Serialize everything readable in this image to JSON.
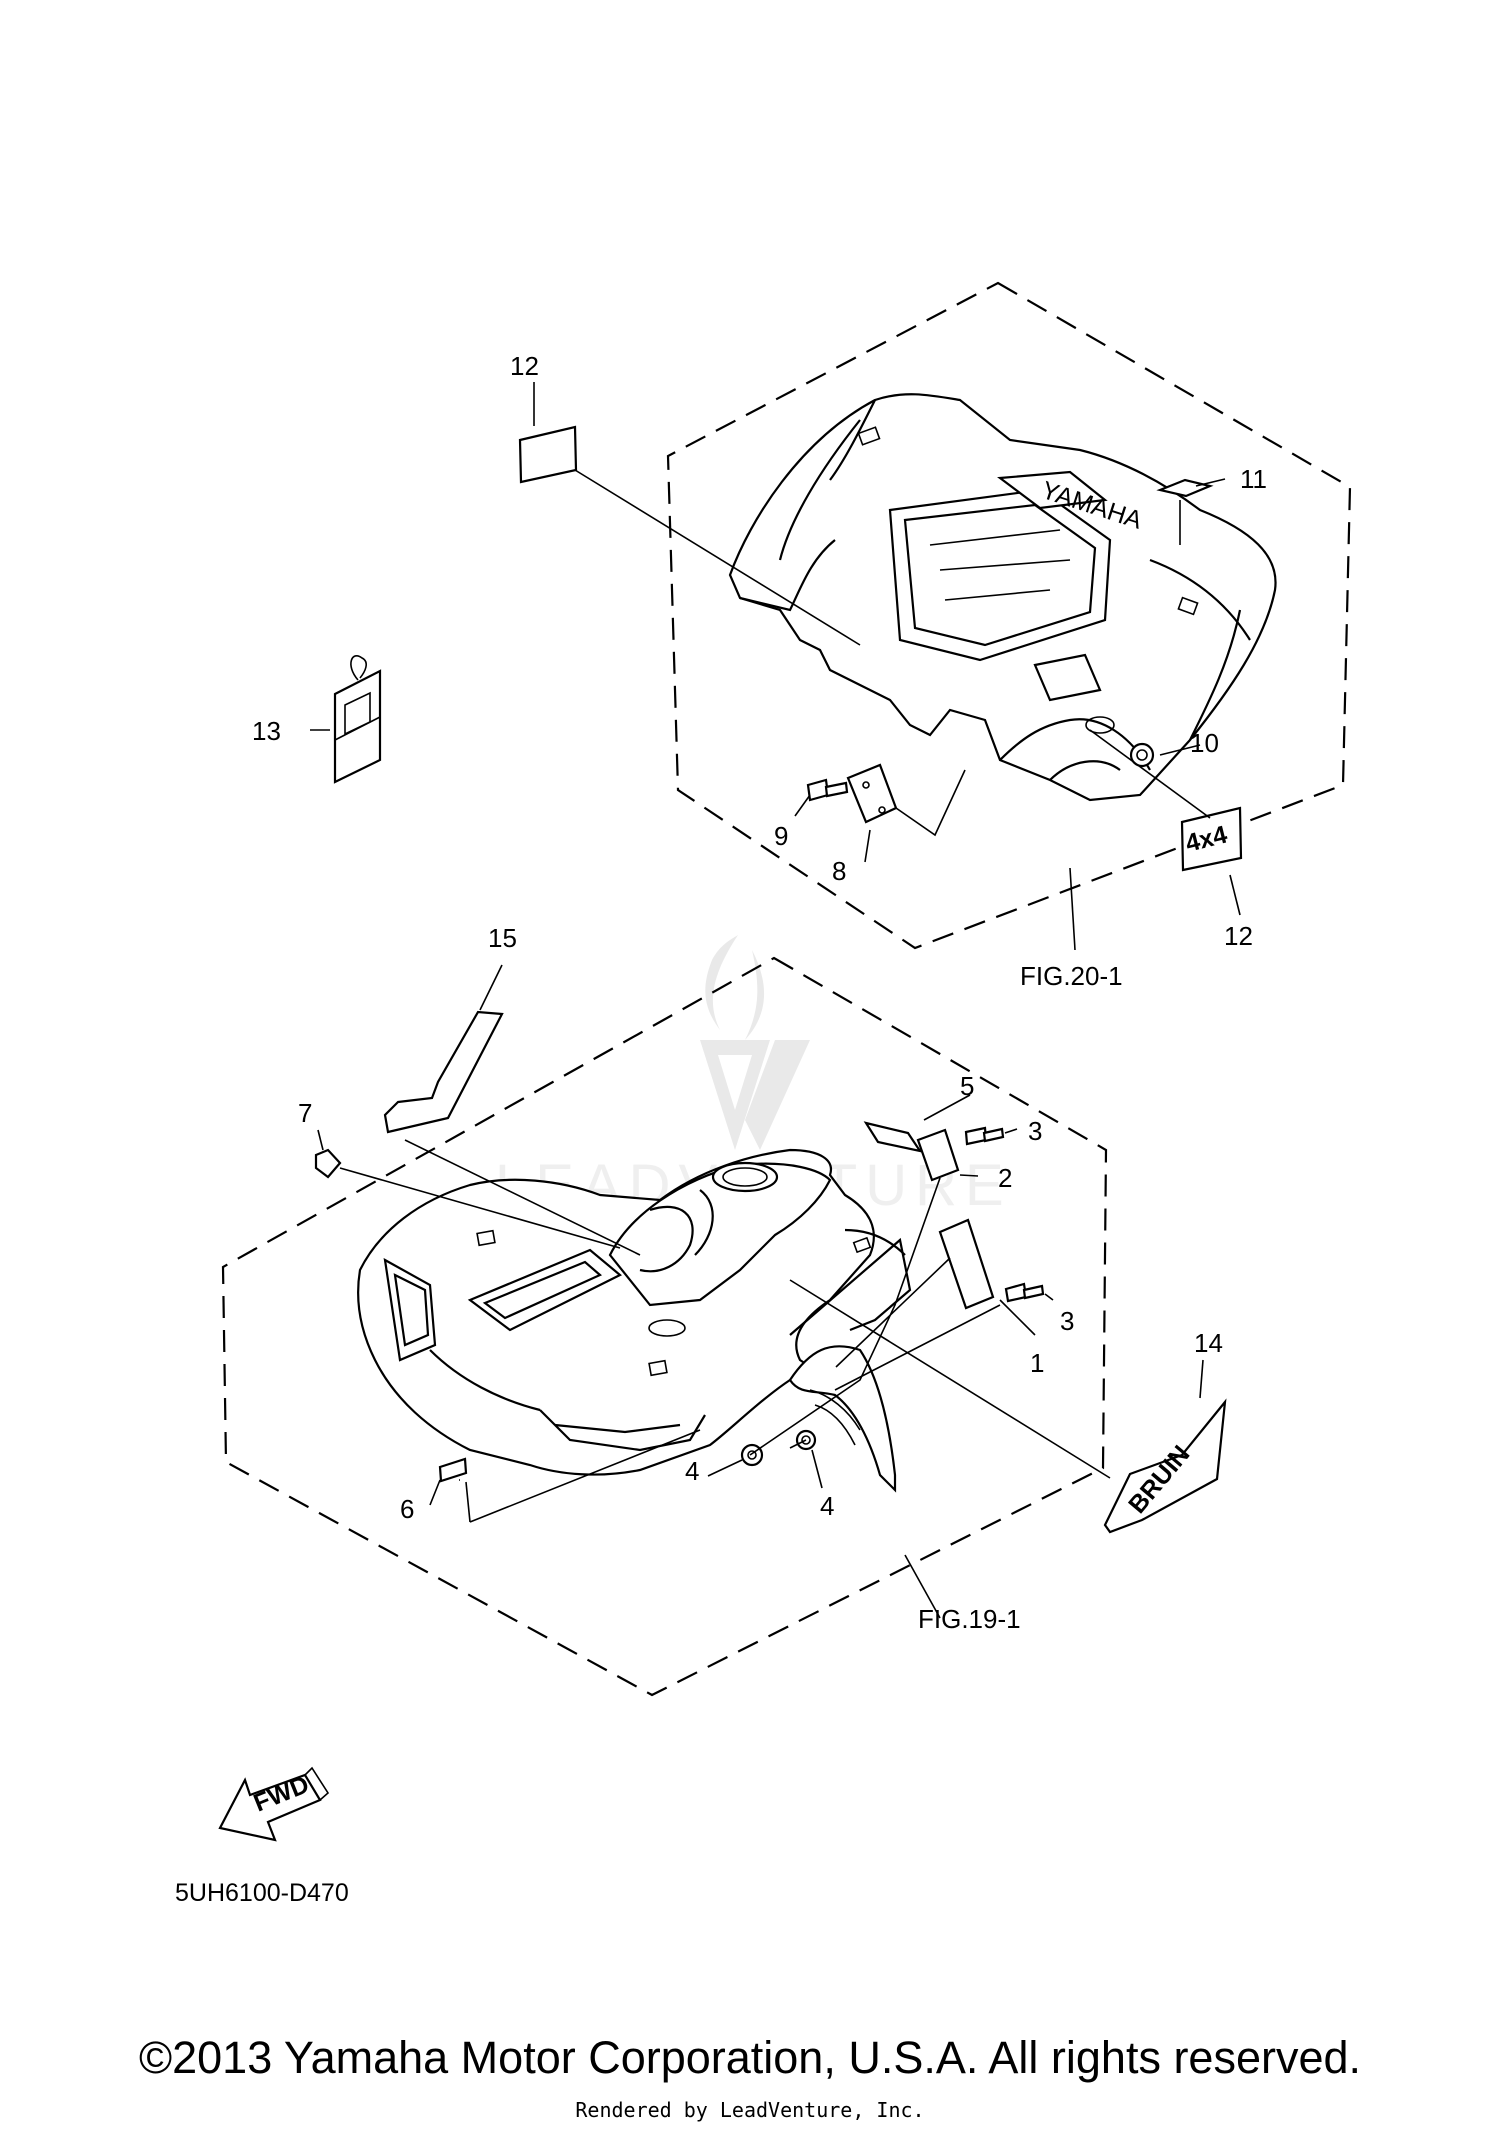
{
  "callouts": {
    "c1": "1",
    "c2": "2",
    "c3a": "3",
    "c3b": "3",
    "c4a": "4",
    "c4b": "4",
    "c5": "5",
    "c6": "6",
    "c7": "7",
    "c8": "8",
    "c9": "9",
    "c10": "10",
    "c11": "11",
    "c12a": "12",
    "c12b": "12",
    "c13": "13",
    "c14": "14",
    "c15": "15"
  },
  "figure_refs": {
    "rear": "FIG.20-1",
    "front": "FIG.19-1"
  },
  "labels": {
    "fwd": "FWD",
    "decal_4x4": "4x4",
    "decal_bruin": "BRUIN",
    "rear_fender_brand": "YAMAHA"
  },
  "watermark": {
    "text": "LEADVENTURE"
  },
  "diagram_code": "5UH6100-D470",
  "copyright": "©2013 Yamaha Motor Corporation, U.S.A. All rights reserved.",
  "rendered_by": "Rendered by LeadVenture, Inc."
}
